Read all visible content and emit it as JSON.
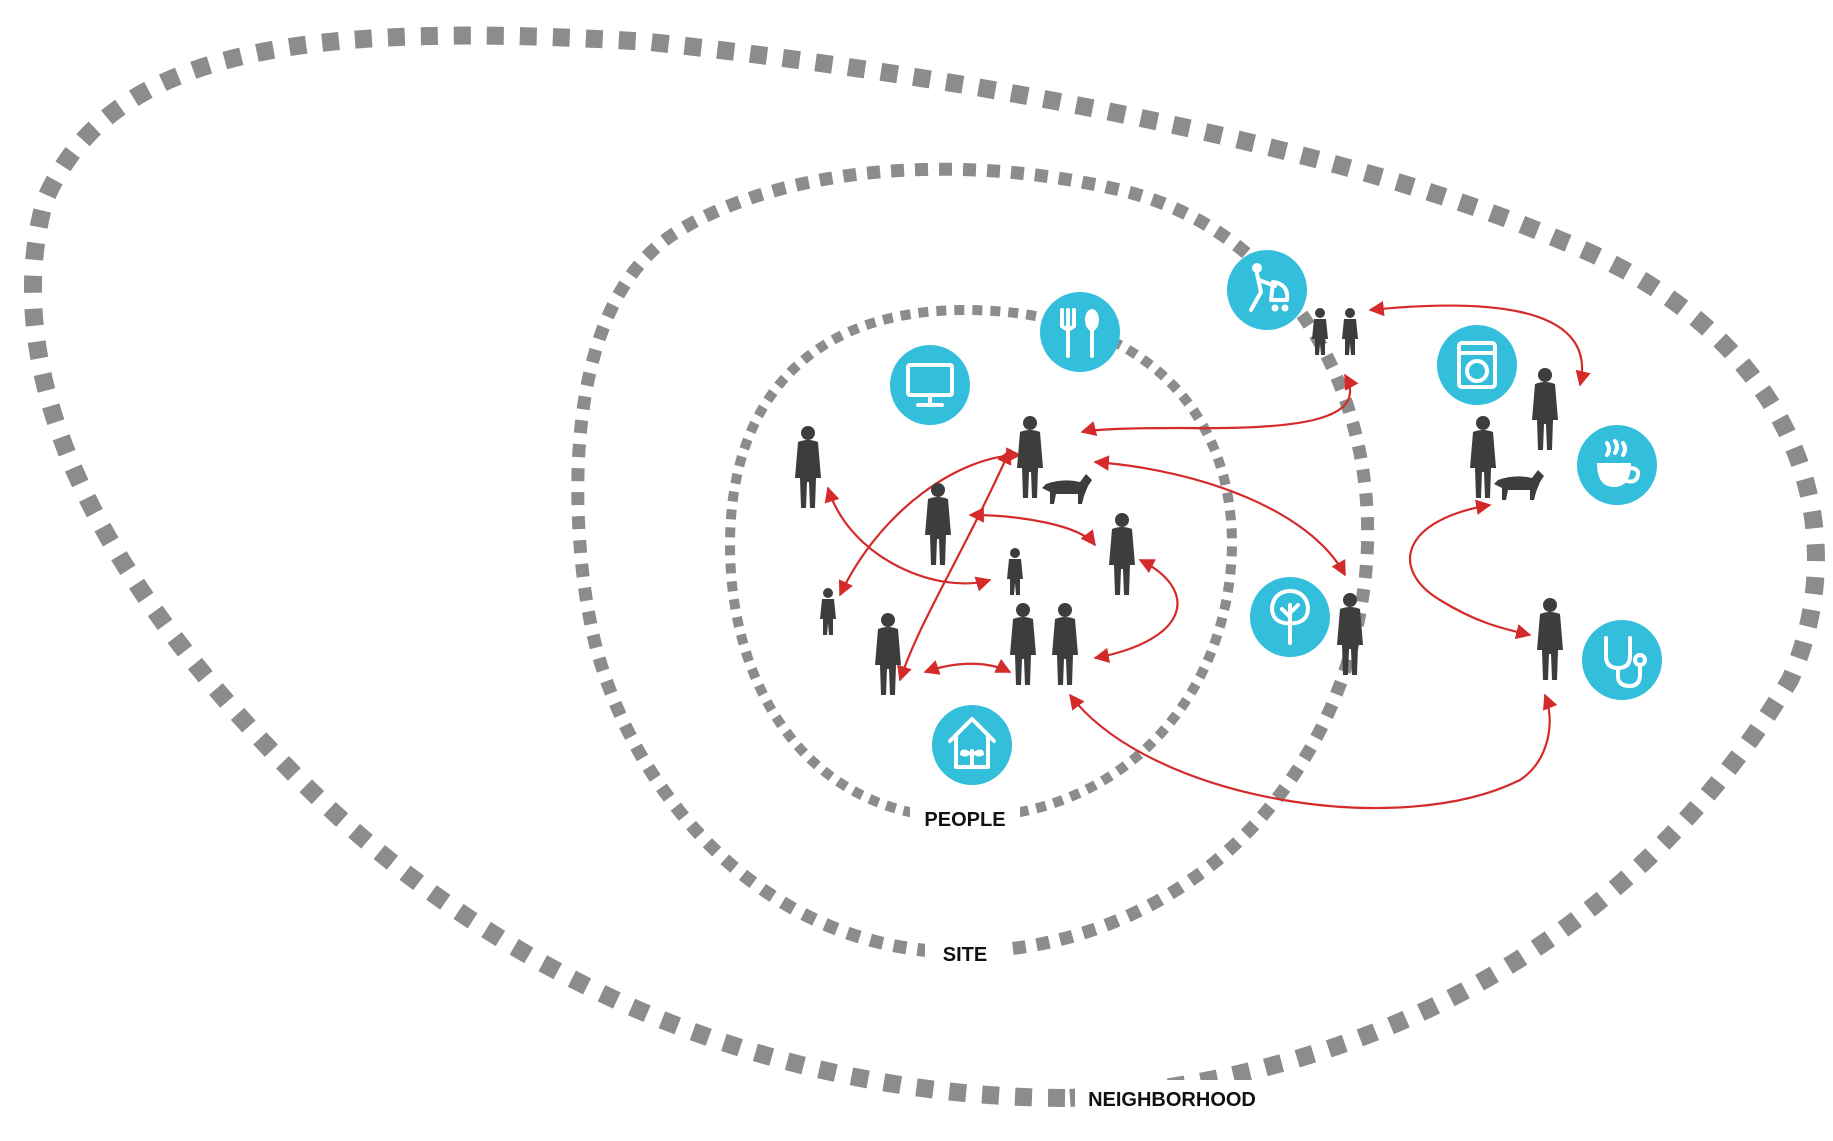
{
  "zones": {
    "people": {
      "label": "PEOPLE"
    },
    "site": {
      "label": "SITE"
    },
    "neighborhood": {
      "label": "NEIGHBORHOOD"
    }
  },
  "colors": {
    "ring": "#8c8c8c",
    "flow": "#d42a2a",
    "icon": "#33bfdc",
    "person": "#3d3d3d"
  },
  "icons": [
    "monitor-icon",
    "utensils-icon",
    "stroller-icon",
    "laundry-icon",
    "coffee-cup-icon",
    "tree-icon",
    "stethoscope-icon",
    "greenhouse-icon"
  ]
}
